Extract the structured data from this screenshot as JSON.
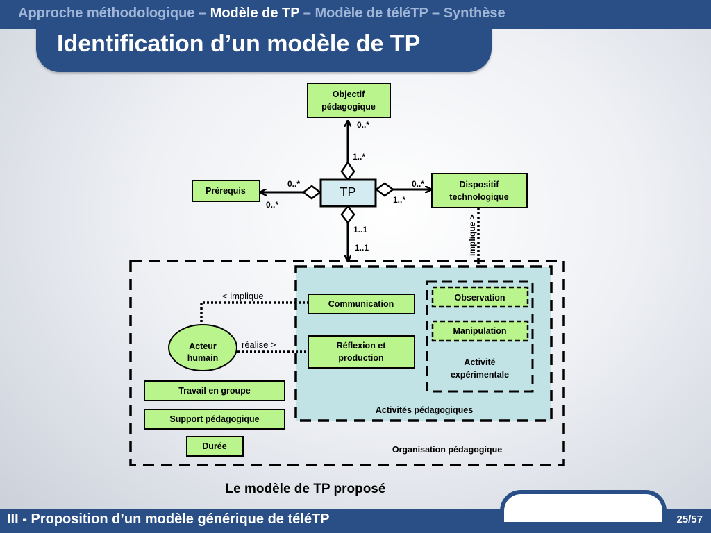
{
  "header": {
    "breadcrumb_prefix": "Approche méthodologique – ",
    "breadcrumb_current": "Modèle de TP",
    "breadcrumb_suffix": " – Modèle de téléTP – Synthèse",
    "title": "Identification d’un modèle de TP"
  },
  "diagram": {
    "objectif_line1": "Objectif",
    "objectif_line2": "pédagogique",
    "prerequis": "Prérequis",
    "tp": "TP",
    "dispositif_line1": "Dispositif",
    "dispositif_line2": "technologique",
    "mult_obj_top": "0..*",
    "mult_obj_bottom": "1..*",
    "mult_pre_top": "0..*",
    "mult_pre_bottom": "0..*",
    "mult_dis_top": "0..*",
    "mult_dis_bottom": "1..*",
    "mult_org_top": "1..1",
    "mult_org_bottom": "1..1",
    "implique_vertical": "implique >",
    "implique_left": "< implique",
    "realise": "réalise >",
    "communication": "Communication",
    "reflexion_line1": "Réflexion et",
    "reflexion_line2": "production",
    "observation": "Observation",
    "manipulation": "Manipulation",
    "activite_line1": "Activité",
    "activite_line2": "expérimentale",
    "acteur_line1": "Acteur",
    "acteur_line2": "humain",
    "travail": "Travail en groupe",
    "support": "Support pédagogique",
    "duree": "Durée",
    "activites_label": "Activités pédagogiques",
    "organisation_label": "Organisation pédagogique"
  },
  "caption": "Le modèle de TP proposé",
  "footer": {
    "text": "III - Proposition d’un modèle générique de téléTP",
    "page": "25/57"
  },
  "colors": {
    "banner": "#2a4f86",
    "box_green": "#b9f58c",
    "tp_box": "#d4ecf1",
    "activities_bg": "#c2e3e6"
  }
}
